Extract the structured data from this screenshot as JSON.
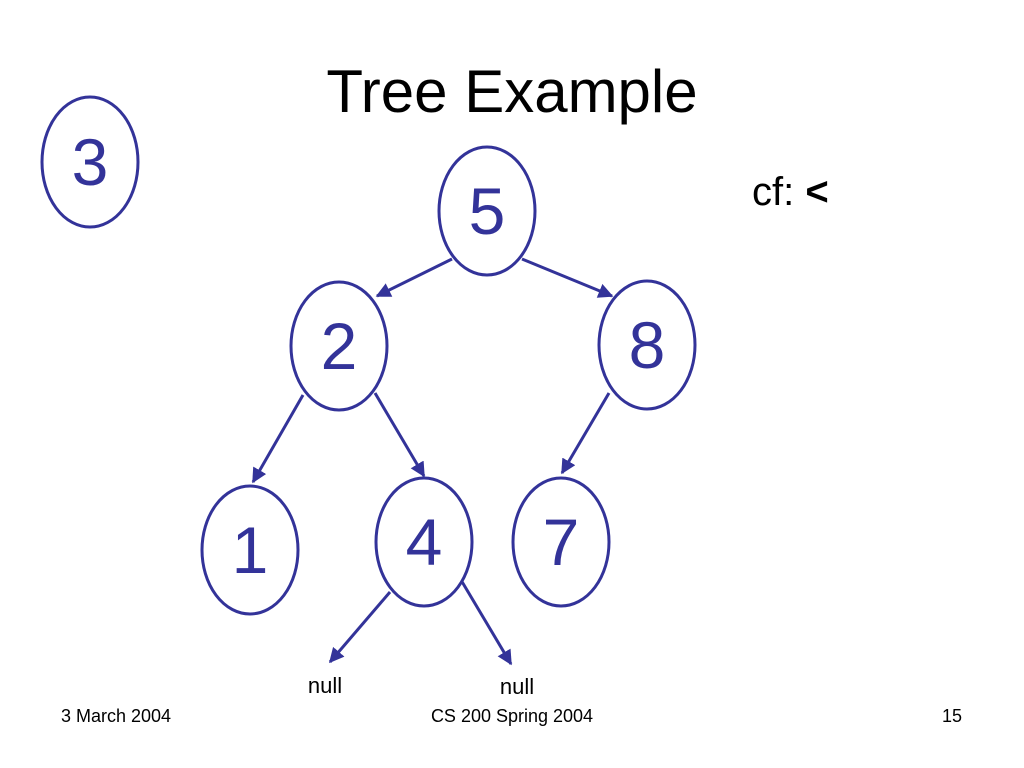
{
  "slide": {
    "title": "Tree Example",
    "insert_value": "3",
    "note_prefix": "cf: ",
    "note_symbol": "<"
  },
  "tree": {
    "root": "5",
    "level1": [
      "2",
      "8"
    ],
    "level2": [
      "1",
      "4",
      "7"
    ],
    "null_labels": [
      "null",
      "null"
    ]
  },
  "footer": {
    "date": "3 March 2004",
    "course": "CS 200 Spring 2004",
    "page": "15"
  },
  "colors": {
    "node_stroke": "#333399",
    "node_text": "#333399"
  }
}
